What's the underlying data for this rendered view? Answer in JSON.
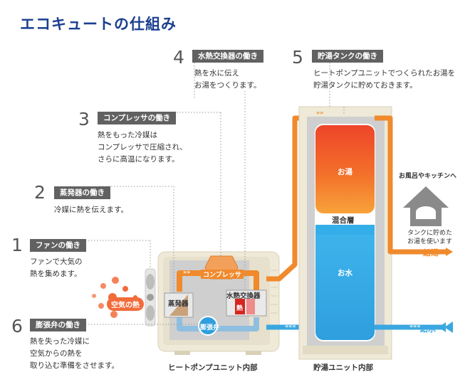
{
  "title": "エコキュートの仕組み",
  "steps": [
    {
      "number": "1",
      "label": "ファンの働き",
      "lines": [
        "ファンで大気の",
        "熱を集めます。"
      ]
    },
    {
      "number": "2",
      "label": "蒸発器の働き",
      "lines": [
        "冷媒に熱を伝えます。"
      ]
    },
    {
      "number": "3",
      "label": "コンプレッサの働き",
      "lines": [
        "熱をもった冷媒は",
        "コンプレッサで圧縮され、",
        "さらに高温になります。"
      ]
    },
    {
      "number": "4",
      "label": "水熱交換器の働き",
      "lines": [
        "熱を水に伝え",
        "お湯をつくります。"
      ]
    },
    {
      "number": "5",
      "label": "貯湯タンクの働き",
      "lines": [
        "ヒートポンプユニットでつくられたお湯を",
        "貯湯タンクに貯めておきます。"
      ]
    },
    {
      "number": "6",
      "label": "膨張弁の働き",
      "lines": [
        "熱を失った冷媒に",
        "空気からの熱を",
        "取り込む準備をさせます。"
      ]
    }
  ],
  "diagram": {
    "air_heat": "空気の熱",
    "evaporator": "蒸発器",
    "compressor": "コンプレッサ",
    "heat_exchanger": "水熱交換器",
    "heat_mark": "熱",
    "expansion_valve": "膨張弁",
    "hot_water": "お湯",
    "mixed_layer": "混合層",
    "water": "お水",
    "destination": "お風呂やキッチンへ",
    "stored_note": [
      "タンクに貯めた",
      "お湯を使います"
    ],
    "supply_hot": "給湯",
    "supply_water": "給水",
    "arrows": "»»",
    "arrows_back": "«««"
  },
  "captions": {
    "heat_pump": "ヒートポンプユニット内部",
    "tank_unit": "貯湯ユニット内部"
  },
  "colors": {
    "title": "#1b3f8f",
    "hot": "#f08a2c",
    "cold": "#3aa7e0",
    "hot_gradient_top": "#ee4b2b",
    "cold_fill": "#33aee8",
    "unit_body": "#efe9d8",
    "unit_inner": "#cfcfcf",
    "label_bg": "#616161"
  }
}
